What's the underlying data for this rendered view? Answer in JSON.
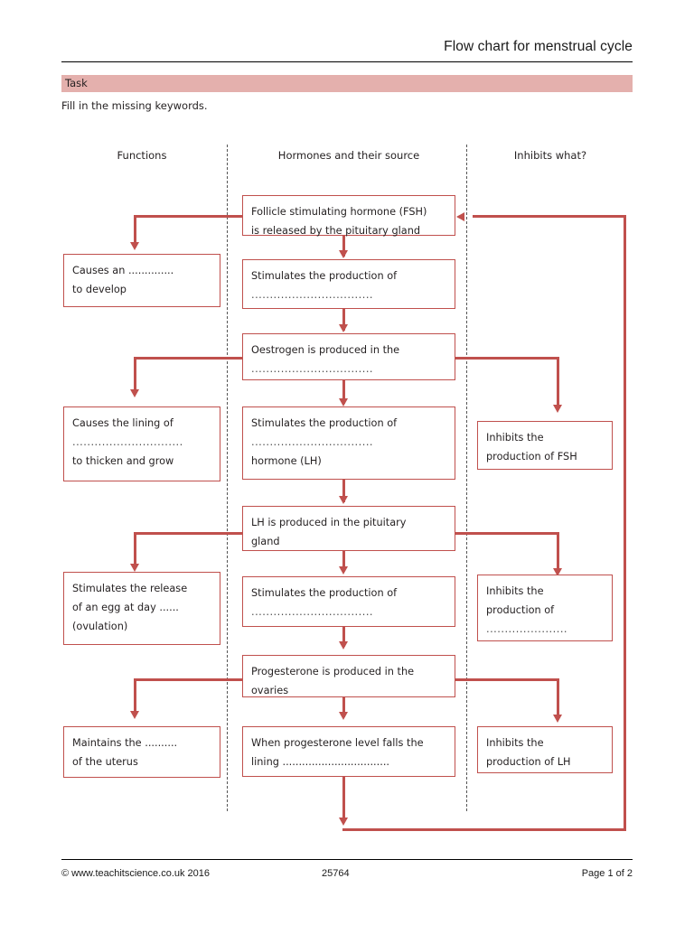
{
  "header": {
    "title": "Flow chart for menstrual cycle"
  },
  "task": {
    "banner_label": "Task",
    "instruction": "Fill in the missing keywords."
  },
  "columns": [
    {
      "id": "functions",
      "label": "Functions"
    },
    {
      "id": "hormones",
      "label": "Hormones and their source"
    },
    {
      "id": "inhibits",
      "label": "Inhibits what?"
    }
  ],
  "boxes": {
    "fsh_source": {
      "line1": "Follicle stimulating hormone (FSH)",
      "line2": "is released by the pituitary gland"
    },
    "fsh_function": {
      "line1": "Causes an  ..............",
      "line2": "to develop"
    },
    "fsh_stimulates": {
      "line1": "Stimulates the production of",
      "line2": "................................."
    },
    "oestrogen_source": {
      "line1": "Oestrogen is produced in the",
      "line2": "................................."
    },
    "oestrogen_function": {
      "line1": "Causes the lining of",
      "line2": "..............................",
      "line3": "to thicken and grow"
    },
    "oestrogen_stimulates": {
      "line1": "Stimulates the production of",
      "line2": ".................................",
      "line3": "hormone (LH)"
    },
    "oestrogen_inhibits": {
      "line1": "Inhibits the",
      "line2": "production of FSH"
    },
    "lh_source": {
      "line1": "LH is produced in the pituitary",
      "line2": "gland"
    },
    "lh_function": {
      "line1": "Stimulates the release",
      "line2": "of an egg at day  ......",
      "line3": "(ovulation)"
    },
    "lh_stimulates": {
      "line1": "Stimulates the production of",
      "line2": "................................."
    },
    "lh_inhibits": {
      "line1": "Inhibits the",
      "line2": "production of",
      "line3": "......................"
    },
    "progesterone_source": {
      "line1": "Progesterone is produced in the",
      "line2": "ovaries"
    },
    "progesterone_function": {
      "line1": "Maintains the ..........",
      "line2": "of the uterus"
    },
    "progesterone_falls": {
      "line1": "When progesterone level falls the",
      "line2": "lining ................................."
    },
    "progesterone_inhibits": {
      "line1": "Inhibits the",
      "line2": "production of LH"
    }
  },
  "footer": {
    "copyright": "© www.teachitscience.co.uk 2016",
    "resource_id": "25764",
    "page": "Page 1 of 2"
  },
  "colors": {
    "accent": "#c0504d",
    "banner": "#e4b0ad",
    "text": "#231f20"
  }
}
